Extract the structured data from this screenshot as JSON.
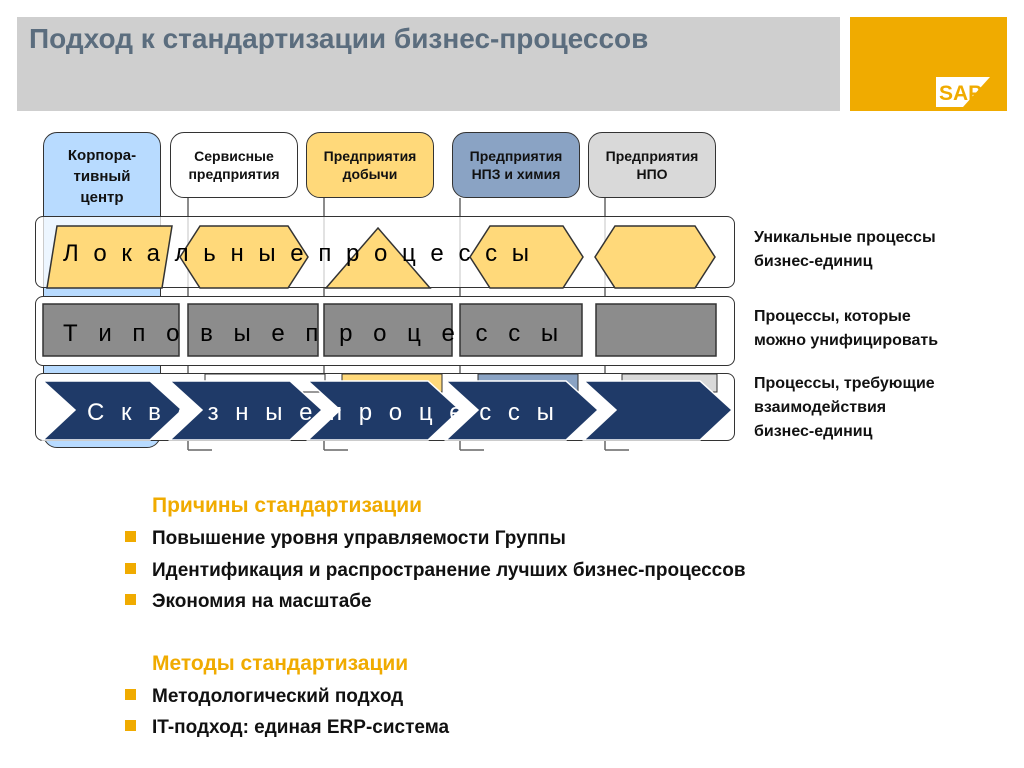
{
  "title": "Подход к стандартизации бизнес-процессов",
  "logo": "SAP",
  "columns": [
    {
      "label": "Корпора-\nтивный\nцентр",
      "color": "#b8dbff"
    },
    {
      "label": "Сервисные\nпредприятия",
      "color": "#ffffff"
    },
    {
      "label": "Предприятия\nдобычи",
      "color": "#ffd97a"
    },
    {
      "label": "Предприятия\nНПЗ и химия",
      "color": "#8aa3c4"
    },
    {
      "label": "Предприятия\nНПО",
      "color": "#d9d9d9"
    }
  ],
  "bands": [
    {
      "text": "Л о к а л ь н ы е   п р о ц е с с ы",
      "note": "Уникальные процессы\nбизнес-единиц"
    },
    {
      "text": "Т и п о в ы е   п р о ц е с с ы",
      "note": "Процессы, которые\nможно унифицировать"
    },
    {
      "text": "С к в о з н ы е   п р о ц е с с ы",
      "note": "Процессы, требующие\nвзаимодействия\nбизнес-единиц"
    }
  ],
  "reasons": {
    "heading": "Причины стандартизации",
    "items": [
      "Повышение уровня управляемости Группы",
      "Идентификация и распространение лучших бизнес-процессов",
      "Экономия на масштабе"
    ]
  },
  "methods": {
    "heading": "Методы стандартизации",
    "items": [
      "Методологический подход",
      "IT-подход: единая ERP-система"
    ]
  }
}
